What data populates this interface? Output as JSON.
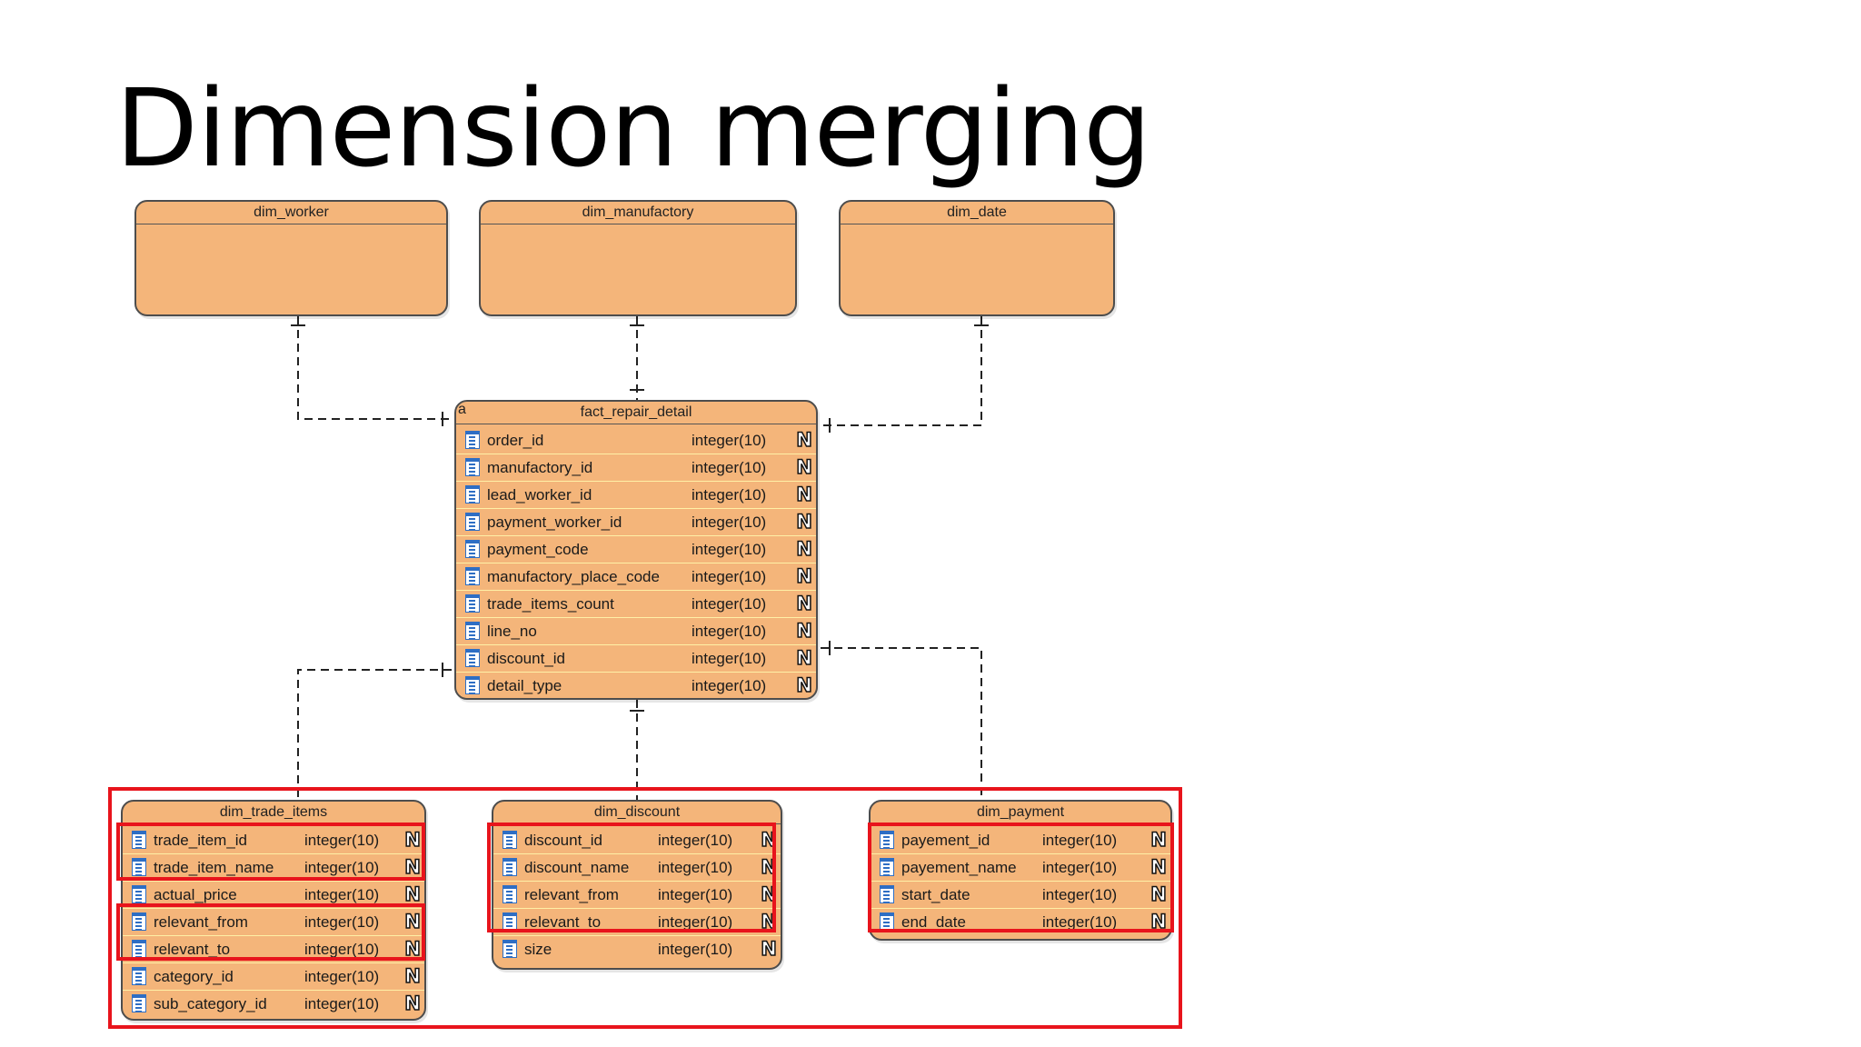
{
  "slide_title": "Dimension merging",
  "entities": {
    "dim_worker": {
      "name": "dim_worker",
      "columns": []
    },
    "dim_manufactory": {
      "name": "dim_manufactory",
      "columns": []
    },
    "dim_date": {
      "name": "dim_date",
      "columns": []
    },
    "fact_repair_detail": {
      "name": "fact_repair_detail",
      "corner_mark": "a",
      "columns": [
        {
          "name": "order_id",
          "type": "integer(10)",
          "nullable": "N"
        },
        {
          "name": "manufactory_id",
          "type": "integer(10)",
          "nullable": "N"
        },
        {
          "name": "lead_worker_id",
          "type": "integer(10)",
          "nullable": "N"
        },
        {
          "name": "payment_worker_id",
          "type": "integer(10)",
          "nullable": "N"
        },
        {
          "name": "payment_code",
          "type": "integer(10)",
          "nullable": "N"
        },
        {
          "name": "manufactory_place_code",
          "type": "integer(10)",
          "nullable": "N"
        },
        {
          "name": "trade_items_count",
          "type": "integer(10)",
          "nullable": "N"
        },
        {
          "name": "line_no",
          "type": "integer(10)",
          "nullable": "N"
        },
        {
          "name": "discount_id",
          "type": "integer(10)",
          "nullable": "N"
        },
        {
          "name": "detail_type",
          "type": "integer(10)",
          "nullable": "N"
        }
      ]
    },
    "dim_trade_items": {
      "name": "dim_trade_items",
      "columns": [
        {
          "name": "trade_item_id",
          "type": "integer(10)",
          "nullable": "N"
        },
        {
          "name": "trade_item_name",
          "type": "integer(10)",
          "nullable": "N"
        },
        {
          "name": "actual_price",
          "type": "integer(10)",
          "nullable": "N"
        },
        {
          "name": "relevant_from",
          "type": "integer(10)",
          "nullable": "N"
        },
        {
          "name": "relevant_to",
          "type": "integer(10)",
          "nullable": "N"
        },
        {
          "name": "category_id",
          "type": "integer(10)",
          "nullable": "N"
        },
        {
          "name": "sub_category_id",
          "type": "integer(10)",
          "nullable": "N"
        }
      ]
    },
    "dim_discount": {
      "name": "dim_discount",
      "columns": [
        {
          "name": "discount_id",
          "type": "integer(10)",
          "nullable": "N"
        },
        {
          "name": "discount_name",
          "type": "integer(10)",
          "nullable": "N"
        },
        {
          "name": "relevant_from",
          "type": "integer(10)",
          "nullable": "N"
        },
        {
          "name": "relevant_to",
          "type": "integer(10)",
          "nullable": "N"
        },
        {
          "name": "size",
          "type": "integer(10)",
          "nullable": "N"
        }
      ]
    },
    "dim_payment": {
      "name": "dim_payment",
      "columns": [
        {
          "name": "payement_id",
          "type": "integer(10)",
          "nullable": "N"
        },
        {
          "name": "payement_name",
          "type": "integer(10)",
          "nullable": "N"
        },
        {
          "name": "start_date",
          "type": "integer(10)",
          "nullable": "N"
        },
        {
          "name": "end_date",
          "type": "integer(10)",
          "nullable": "N"
        }
      ]
    }
  },
  "colors": {
    "entity_fill": "#f4b57a",
    "entity_border": "#4d4d4d",
    "row_separator": "#fff0a6",
    "highlight": "#e8141c",
    "column_icon": "#2e6ec4"
  },
  "icons": {
    "column": "table-column-icon",
    "nullable": "nullable-n-icon"
  }
}
